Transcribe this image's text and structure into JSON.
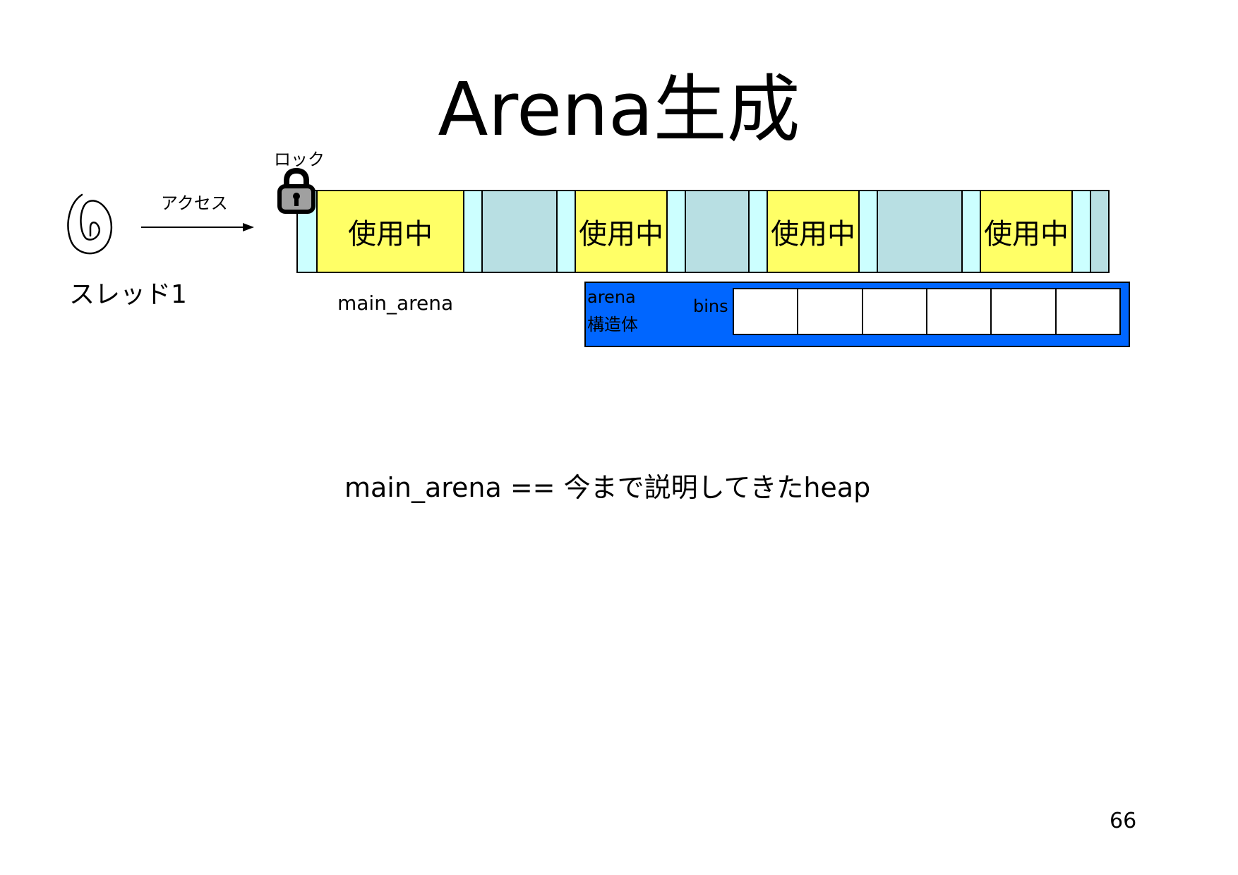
{
  "slide": {
    "title": "Arena生成",
    "page_number": "66"
  },
  "thread": {
    "label": "スレッド1",
    "access_label": "アクセス",
    "lock_label": "ロック"
  },
  "heap": {
    "label": "main_arena",
    "used_label": "使用中",
    "used_chunks": [
      "使用中",
      "使用中",
      "使用中",
      "使用中"
    ]
  },
  "arena_struct": {
    "line1": "arena",
    "line2": "構造体",
    "bins_label": "bins",
    "bin_count": 6
  },
  "note": "main_arena == 今まで説明してきたheap",
  "colors": {
    "used": "#ffff66",
    "free": "#b8dfe3",
    "header": "#ccffff",
    "arena_struct": "#0066ff"
  }
}
